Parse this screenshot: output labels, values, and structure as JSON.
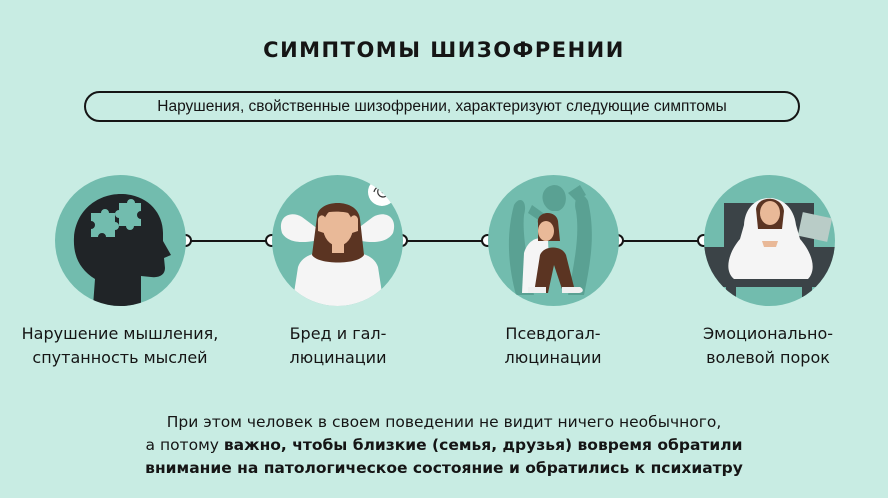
{
  "header": {
    "title": "СИМПТОМЫ ШИЗОФРЕНИИ",
    "subtitle": "Нарушения, свойственные шизофрении, характеризуют следующие симптомы"
  },
  "steps": [
    {
      "line1": "Нарушение мышления,",
      "line2": "спутанность мыслей",
      "icon": "head-puzzle-icon"
    },
    {
      "line1": "Бред и гал-",
      "line2": "люцинации",
      "icon": "woman-holding-head-icon"
    },
    {
      "line1": "Псевдогал-",
      "line2": "люцинации",
      "icon": "woman-sitting-shadows-icon"
    },
    {
      "line1": "Эмоционально-",
      "line2": "волевой порок",
      "icon": "woman-blanket-sofa-icon"
    }
  ],
  "footer": {
    "line1": "При этом человек в своем поведении не видит ничего необычного,",
    "line2_plain": "а потому ",
    "line2_bold": "важно, чтобы близкие (семья, друзья) вовремя обратили",
    "line3_bold": "внимание на патологическое состояние и обратились к психиатру"
  },
  "colors": {
    "background": "#c8ece3",
    "circle": "#72bcae",
    "dark": "#151515"
  }
}
